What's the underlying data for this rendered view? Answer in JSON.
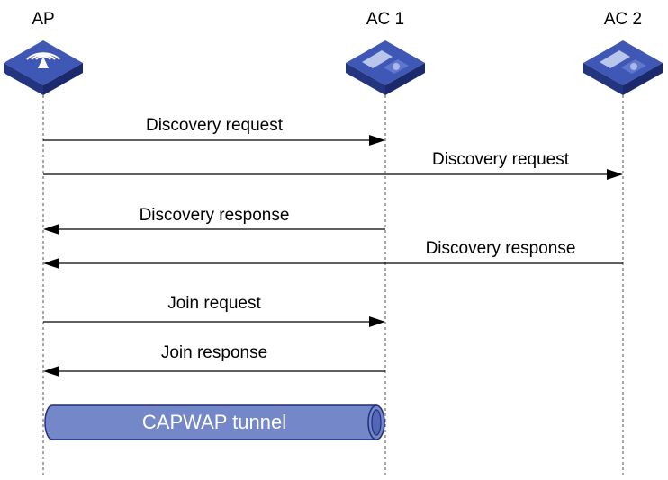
{
  "nodes": {
    "ap": {
      "label": "AP",
      "icon": "wireless-access-point-icon"
    },
    "ac1": {
      "label": "AC 1",
      "icon": "access-controller-icon"
    },
    "ac2": {
      "label": "AC 2",
      "icon": "access-controller-icon"
    }
  },
  "messages": [
    {
      "label": "Discovery request",
      "from": "AP",
      "to": "AC 1"
    },
    {
      "label": "Discovery request",
      "from": "AP",
      "to": "AC 2"
    },
    {
      "label": "Discovery response",
      "from": "AC 1",
      "to": "AP"
    },
    {
      "label": "Discovery response",
      "from": "AC 2",
      "to": "AP"
    },
    {
      "label": "Join request",
      "from": "AP",
      "to": "AC 1"
    },
    {
      "label": "Join response",
      "from": "AC 1",
      "to": "AP"
    }
  ],
  "tunnel": {
    "label": "CAPWAP tunnel",
    "between": [
      "AP",
      "AC 1"
    ]
  },
  "colors": {
    "device_top": "#3f57b5",
    "device_side": "#23357f",
    "tunnel_fill": "#7487c9",
    "tunnel_stroke": "#1f2f7a",
    "line": "#000000",
    "lifeline": "#6b6b6b"
  }
}
